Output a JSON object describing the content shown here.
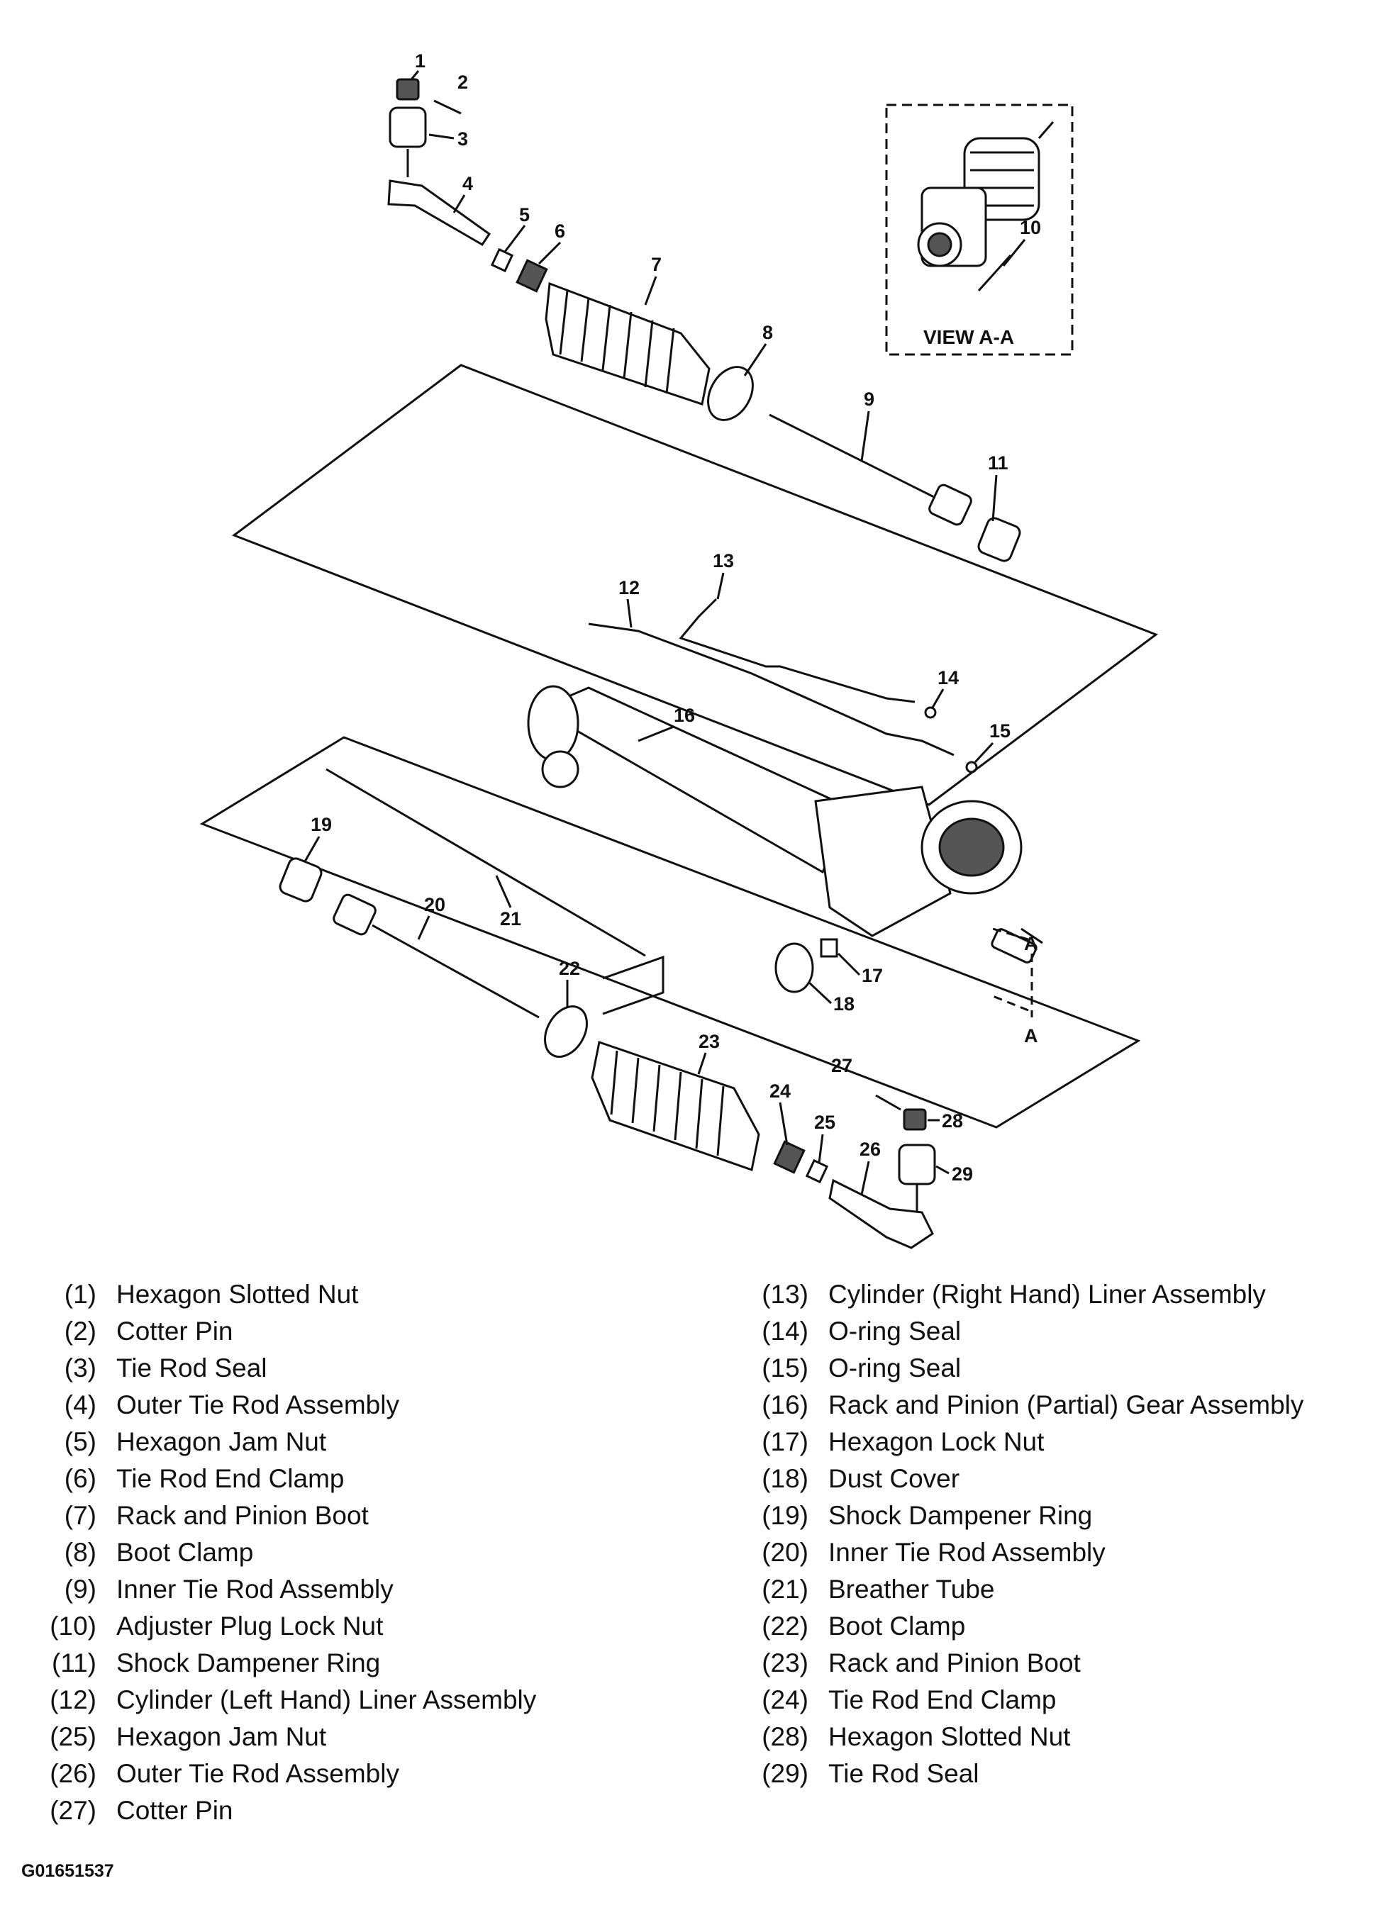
{
  "diagram": {
    "view_label": "VIEW A-A",
    "section_letter": "A",
    "callouts": [
      "1",
      "2",
      "3",
      "4",
      "5",
      "6",
      "7",
      "8",
      "9",
      "10",
      "11",
      "12",
      "13",
      "14",
      "15",
      "16",
      "17",
      "18",
      "19",
      "20",
      "21",
      "22",
      "23",
      "24",
      "25",
      "26",
      "27",
      "28",
      "29"
    ]
  },
  "legend": {
    "left": [
      {
        "num": "(1)",
        "label": "Hexagon Slotted Nut"
      },
      {
        "num": "(2)",
        "label": "Cotter Pin"
      },
      {
        "num": "(3)",
        "label": "Tie Rod Seal"
      },
      {
        "num": "(4)",
        "label": "Outer Tie Rod Assembly"
      },
      {
        "num": "(5)",
        "label": "Hexagon Jam Nut"
      },
      {
        "num": "(6)",
        "label": "Tie Rod End Clamp"
      },
      {
        "num": "(7)",
        "label": "Rack and Pinion Boot"
      },
      {
        "num": "(8)",
        "label": "Boot Clamp"
      },
      {
        "num": "(9)",
        "label": "Inner Tie Rod Assembly"
      },
      {
        "num": "(10)",
        "label": "Adjuster Plug Lock Nut"
      },
      {
        "num": "(11)",
        "label": "Shock Dampener Ring"
      },
      {
        "num": "(12)",
        "label": "Cylinder (Left Hand) Liner Assembly"
      },
      {
        "num": "(25)",
        "label": "Hexagon Jam Nut"
      },
      {
        "num": "(26)",
        "label": "Outer Tie Rod Assembly"
      },
      {
        "num": "(27)",
        "label": "Cotter Pin"
      }
    ],
    "right": [
      {
        "num": "(13)",
        "label": "Cylinder (Right Hand) Liner Assembly"
      },
      {
        "num": "(14)",
        "label": "O-ring Seal"
      },
      {
        "num": "(15)",
        "label": "O-ring Seal"
      },
      {
        "num": "(16)",
        "label": "Rack and Pinion (Partial) Gear Assembly"
      },
      {
        "num": "(17)",
        "label": "Hexagon Lock Nut"
      },
      {
        "num": "(18)",
        "label": "Dust Cover"
      },
      {
        "num": "(19)",
        "label": "Shock Dampener Ring"
      },
      {
        "num": "(20)",
        "label": "Inner Tie Rod Assembly"
      },
      {
        "num": "(21)",
        "label": "Breather Tube"
      },
      {
        "num": "(22)",
        "label": "Boot Clamp"
      },
      {
        "num": "(23)",
        "label": "Rack and Pinion Boot"
      },
      {
        "num": "(24)",
        "label": "Tie Rod End Clamp"
      },
      {
        "num": "(28)",
        "label": "Hexagon Slotted Nut"
      },
      {
        "num": "(29)",
        "label": "Tie Rod Seal"
      }
    ]
  },
  "figure_code": "G01651537"
}
